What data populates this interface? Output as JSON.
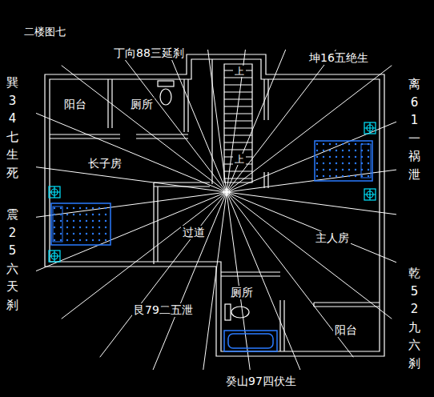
{
  "diagram": {
    "title": "二楼图七",
    "labels": [
      "丁向88三延刹",
      "坤16五绝生",
      "巽34七生死",
      "震25六天刹",
      "离61一祸泄",
      "乾52九六刹",
      "艮79二五泄",
      "癸山97四伏生",
      "阳台",
      "厕所",
      "上",
      "上",
      "长子房",
      "过道",
      "主人房",
      "厕所",
      "阳台"
    ]
  }
}
